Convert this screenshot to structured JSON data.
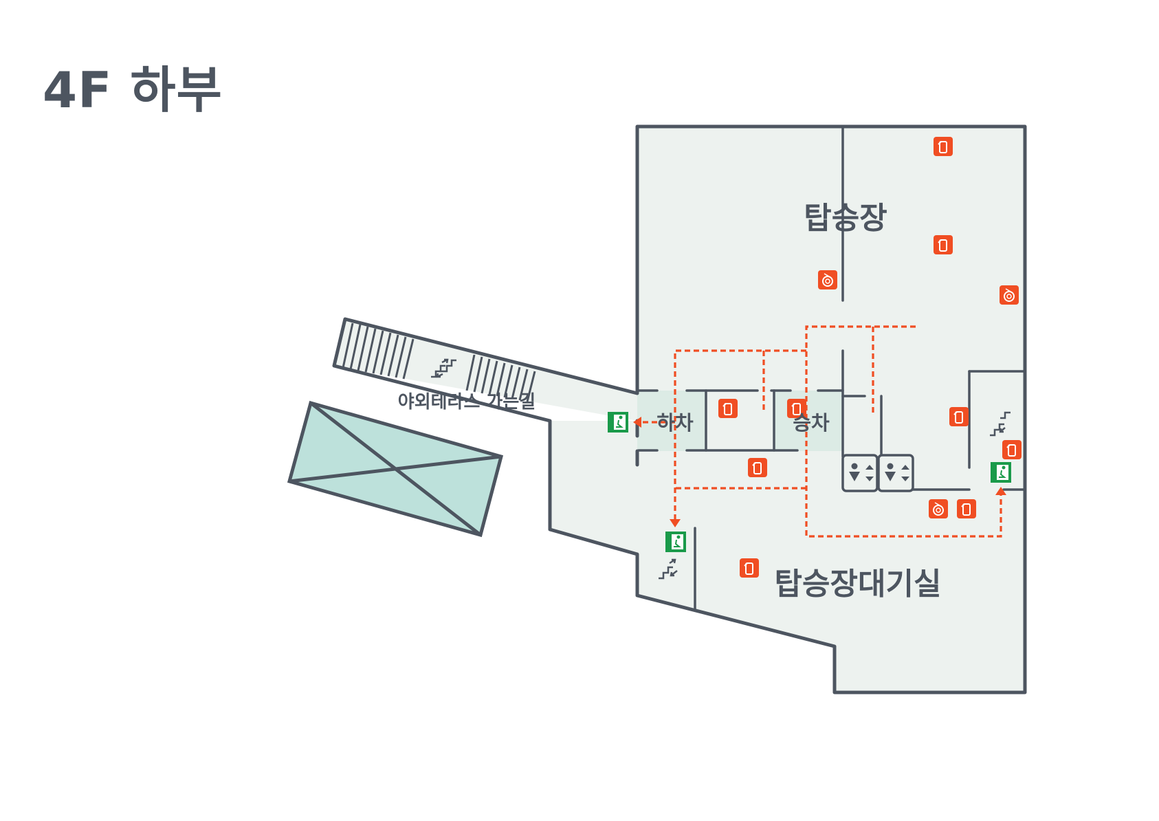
{
  "title": "4F 하부",
  "labels": {
    "boarding_area": "탑승장",
    "waiting_room": "탑승장대기실",
    "alighting": "하차",
    "boarding": "승차",
    "terrace_path": "야외테라스 가는길"
  },
  "icons": {
    "extinguisher": "fire-extinguisher-icon",
    "hose": "fire-hose-icon",
    "exit": "emergency-exit-icon",
    "escalator": "escalator-icon",
    "elevator": "elevator-icon",
    "route": "evacuation-route"
  },
  "colors": {
    "wall": "#4d5560",
    "floor": "#edf2ef",
    "zone": "#dcebe5",
    "void": "#bde1db",
    "safety": "#f04e23",
    "exit": "#1a9a4a"
  }
}
